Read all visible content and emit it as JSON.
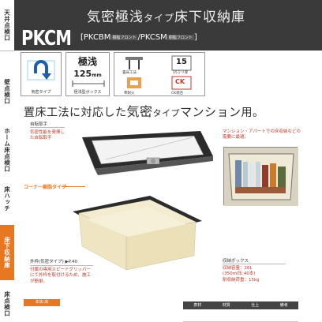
{
  "sidebar": {
    "tabs": [
      {
        "label": "天井点検口"
      },
      {
        "label": "壁点検口"
      },
      {
        "label": "ホーム床点検口"
      },
      {
        "label": "床ハッチ"
      },
      {
        "label": "床下収納庫"
      },
      {
        "label": "床点検口"
      }
    ],
    "active_index": 4
  },
  "header": {
    "title_a": "気密極浅",
    "title_b": "タイプ",
    "title_c": "床下収納庫",
    "model": "PKCM",
    "model_sub_a": "[PKCBM",
    "badge_a": "樹脂フロント",
    "model_sub_b": "/PKCSM",
    "badge_b": "樹脂フロント",
    "model_sub_c": "]"
  },
  "features": {
    "airtight_label": "気密タイプ",
    "shallow_big": "極浅",
    "shallow_num": "125",
    "shallow_unit": "mm",
    "shallow_label": "極浅型ボックス",
    "icons": [
      {
        "name": "floor-method-icon",
        "caption": "置床工法"
      },
      {
        "name": "fifteen-icon",
        "caption": "15ミリ厚",
        "text": "15"
      },
      {
        "name": "non-combustible-icon",
        "caption": "準耐火"
      },
      {
        "name": "ck-icon",
        "caption": "CK適合",
        "text": "CK"
      }
    ]
  },
  "tagline": {
    "part1": "置床工法に対応した",
    "part2": "気密",
    "part3": "タイプ",
    "part4": "マンション",
    "part5": "用。"
  },
  "callouts": {
    "handle_title": "自転取手",
    "handle_text": "気密性能を発揮した自転取手",
    "corner_label": "コーナー樹脂タイプ",
    "frame_title": "外枠(気密タイプ)",
    "frame_ref": "▶P.40",
    "frame_text": "付属の専用スピードグリッパーにて外枠を取付けるため、施工が簡単。",
    "apartment_text": "マンション・アパートでの床収納などの需要に最適。",
    "storage_title": "収納ボックス",
    "storage_line1": "収納容量：26L",
    "storage_line2": "(350ml缶:40本)",
    "storage_line3": "耐収納荷重：15kg"
  },
  "footer": {
    "tag": "本体:床",
    "cols": [
      "表材",
      "材質",
      "仕上",
      "備考"
    ]
  },
  "colors": {
    "accent": "#e87722",
    "header_bg": "#3a3a3a",
    "box_cream": "#f4ecd0"
  }
}
